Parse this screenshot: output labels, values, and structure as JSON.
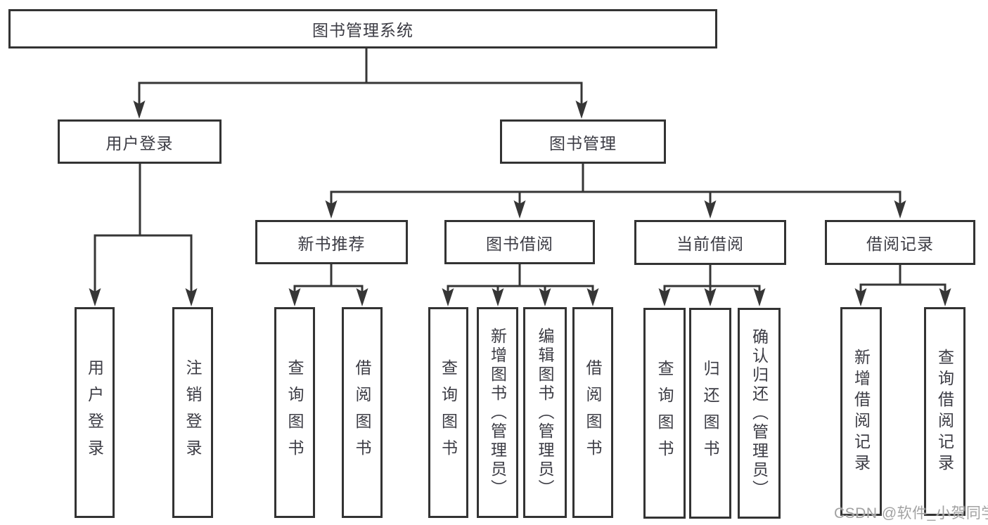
{
  "diagram": {
    "title_node": "图书管理系统",
    "nodes": [
      {
        "id": "root",
        "label": "图书管理系统"
      },
      {
        "id": "user-login",
        "label": "用户登录"
      },
      {
        "id": "book-management",
        "label": "图书管理"
      },
      {
        "id": "new-book-recommend",
        "label": "新书推荐"
      },
      {
        "id": "book-borrowing",
        "label": "图书借阅"
      },
      {
        "id": "current-borrowing",
        "label": "当前借阅"
      },
      {
        "id": "borrowing-records",
        "label": "借阅记录"
      },
      {
        "id": "leaf-user-login",
        "label": "用户登录"
      },
      {
        "id": "leaf-logout",
        "label": "注销登录"
      },
      {
        "id": "leaf-query-book-a",
        "label": "查询图书"
      },
      {
        "id": "leaf-borrow-book-a",
        "label": "借阅图书"
      },
      {
        "id": "leaf-query-book-b",
        "label": "查询图书"
      },
      {
        "id": "leaf-add-book-admin",
        "label": "新增图书（管理员）"
      },
      {
        "id": "leaf-edit-book-admin",
        "label": "编辑图书（管理员）"
      },
      {
        "id": "leaf-borrow-book-b",
        "label": "借阅图书"
      },
      {
        "id": "leaf-query-book-c",
        "label": "查询图书"
      },
      {
        "id": "leaf-return-book",
        "label": "归还图书"
      },
      {
        "id": "leaf-confirm-return-admin",
        "label": "确认归还（管理员）"
      },
      {
        "id": "leaf-add-borrow-record",
        "label": "新增借阅记录"
      },
      {
        "id": "leaf-query-borrow-record",
        "label": "查询借阅记录"
      }
    ]
  },
  "watermark": {
    "text": "CSDN @软件_小贺同学"
  },
  "colors": {
    "line": "#363636",
    "box_border": "#333333",
    "text": "#3c3c44",
    "watermark": "#a2a2a2",
    "background": "#ffffff"
  }
}
